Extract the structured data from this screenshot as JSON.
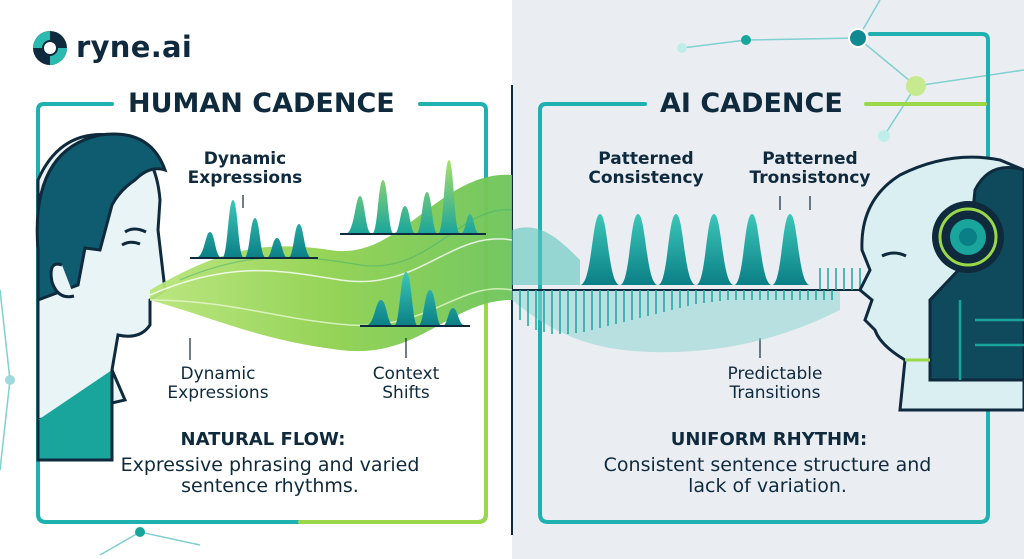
{
  "brand": {
    "name": "ryne.ai",
    "logo_icon": "swirl-logo-icon"
  },
  "left_panel": {
    "title": "HUMAN CADENCE",
    "label_top": "Dynamic\nExpressions",
    "label_bottom_left": "Dynamic\nExpressions",
    "label_bottom_right": "Context\nShifts",
    "conclusion_heading": "NATURAL FLOW:",
    "conclusion_text": "Expressive phrasing and varied sentence rhythms."
  },
  "right_panel": {
    "title": "AI CADENCE",
    "label_top_left": "Patterned\nConsistency",
    "label_top_right": "Patterned\nTronsistoncy",
    "label_bottom": "Predictable\nTransitions",
    "conclusion_heading": "UNIFORM RHYTHM:",
    "conclusion_text": "Consistent sentence structure and lack of variation."
  },
  "colors": {
    "navy": "#0f2a3d",
    "teal": "#14a9a0",
    "teal_dark": "#0b7f86",
    "lime": "#8fd14f",
    "lime_light": "#c7ea8f",
    "frame_left_teal": "#1fb1b0",
    "frame_left_lime": "#9ad84a",
    "skin": "#e9f4f6"
  }
}
